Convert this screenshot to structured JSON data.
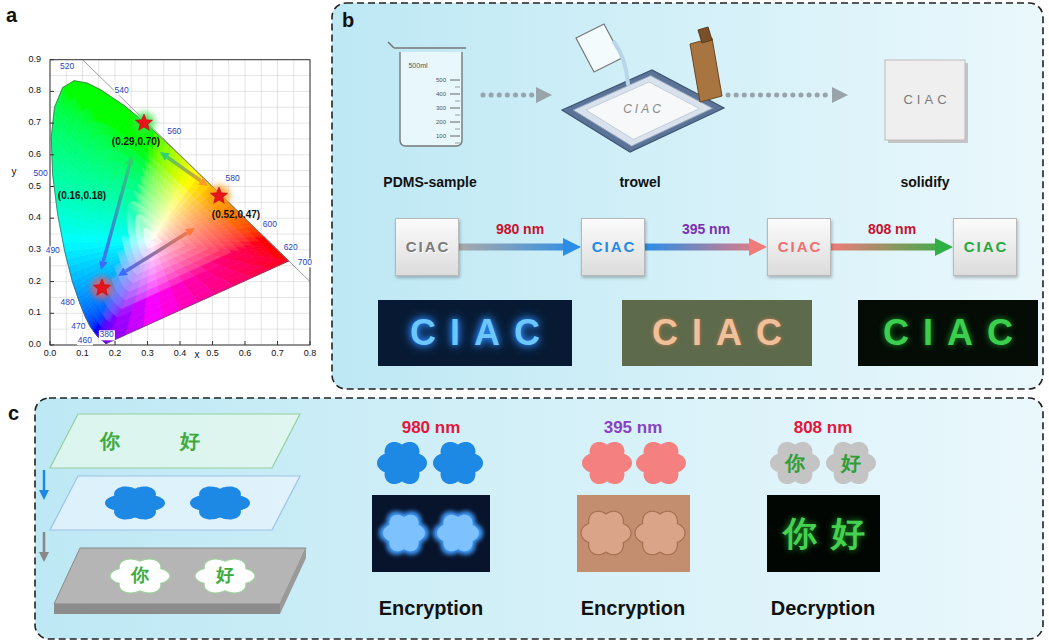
{
  "diagram": {
    "nodes": [
      {
        "text": [
          "PDMS-sample"
        ]
      },
      {
        "text": [
          "CIAC",
          "trowel"
        ]
      },
      {
        "text": [
          "CIAC",
          "solidify"
        ]
      },
      {
        "text": [
          "CIAC"
        ]
      },
      {
        "text": [
          "CIAC"
        ]
      },
      {
        "text": [
          "CIAC"
        ]
      },
      {
        "text": [
          "CIAC"
        ]
      },
      {
        "text": [
          "CIAC"
        ]
      },
      {
        "text": [
          "CIAC"
        ]
      },
      {
        "text": [
          "CIAC"
        ]
      },
      {
        "text": [
          "你"
        ]
      },
      {
        "text": [
          "好"
        ]
      },
      {
        "text": [
          "你",
          "好"
        ]
      }
    ],
    "edges": [
      {
        "from": 0,
        "to": 1,
        "arrow": "to"
      },
      {
        "from": 1,
        "to": 2,
        "arrow": "to"
      },
      {
        "from": 3,
        "to": 4,
        "label": "980 nm",
        "arrow": "to"
      },
      {
        "from": 4,
        "to": 5,
        "label": "395 nm",
        "arrow": "to"
      },
      {
        "from": 5,
        "to": 6,
        "label": "808 nm",
        "arrow": "to"
      }
    ],
    "labels": [
      "a",
      "b",
      "c",
      "0.0",
      "0.1",
      "0.2",
      "0.3",
      "0.4",
      "0.5",
      "0.6",
      "0.7",
      "0.8",
      "x",
      "0.0",
      "0.1",
      "0.2",
      "0.3",
      "0.4",
      "0.5",
      "0.6",
      "0.7",
      "0.8",
      "0.9",
      "y",
      "520",
      "540",
      "560",
      "580",
      "600",
      "620",
      "700",
      "500",
      "490",
      "480",
      "470",
      "460",
      "380",
      "(0.29,0.70)",
      "(0.52,0.47)",
      "(0.16,0.18)",
      "500ml",
      "500",
      "400",
      "300",
      "200",
      "100",
      "你",
      "好",
      "你",
      "好",
      "980 nm",
      "395 nm",
      "808 nm",
      "Encryption",
      "Encryption",
      "Decryption"
    ]
  }
}
